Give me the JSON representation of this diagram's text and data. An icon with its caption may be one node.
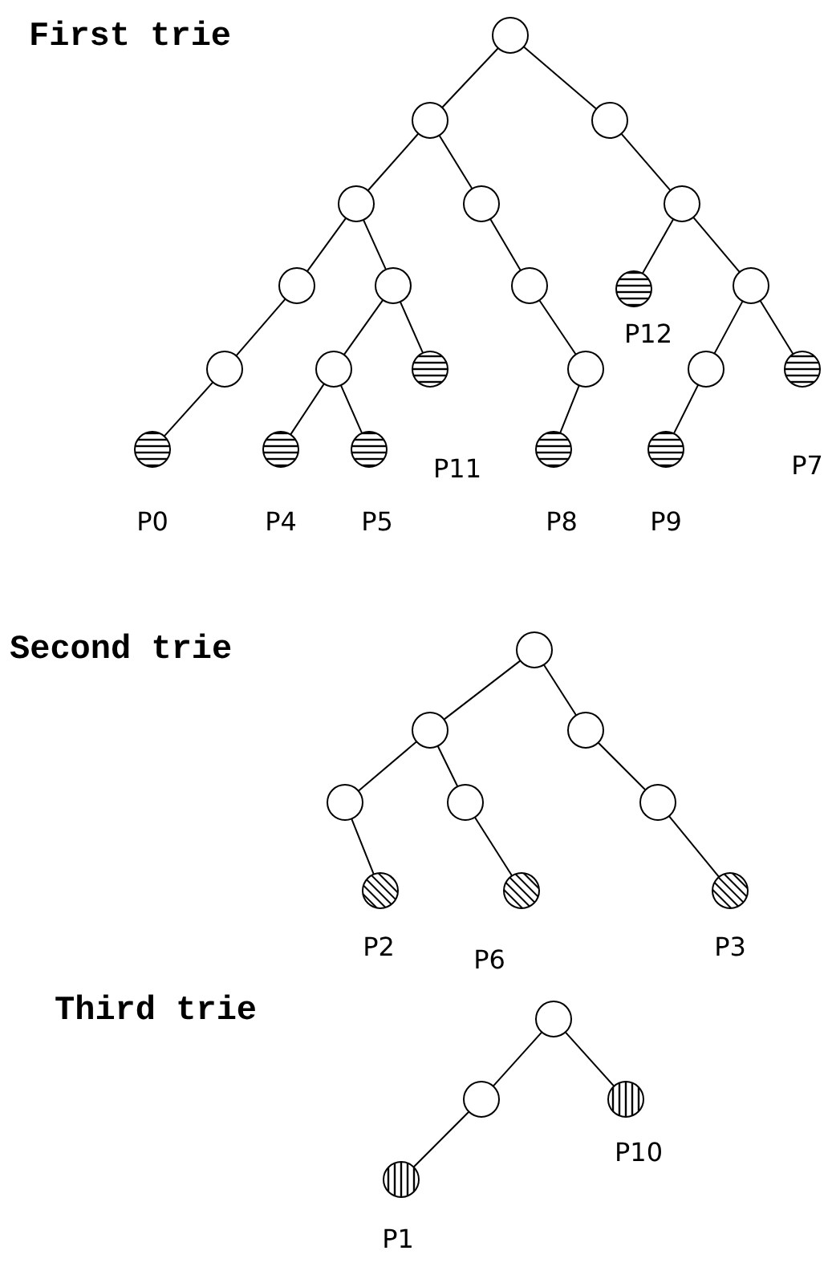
{
  "diagram": {
    "nodes": [
      {
        "text": [],
        "shape": "circle"
      },
      {
        "text": [],
        "shape": "circle"
      },
      {
        "text": [],
        "shape": "circle"
      },
      {
        "text": [],
        "shape": "circle"
      },
      {
        "text": [],
        "shape": "circle"
      },
      {
        "text": [],
        "shape": "circle"
      },
      {
        "text": [],
        "shape": "circle"
      },
      {
        "text": [],
        "shape": "circle"
      },
      {
        "text": [],
        "shape": "circle"
      },
      {
        "text": [],
        "shape": "circle",
        "beside": [
          "P12"
        ]
      },
      {
        "text": [],
        "shape": "circle"
      },
      {
        "text": [],
        "shape": "circle"
      },
      {
        "text": [],
        "shape": "circle"
      },
      {
        "text": [],
        "shape": "circle",
        "beside": [
          "P11"
        ]
      },
      {
        "text": [],
        "shape": "circle"
      },
      {
        "text": [],
        "shape": "circle"
      },
      {
        "text": [],
        "shape": "circle",
        "beside": [
          "P7"
        ]
      },
      {
        "text": [],
        "shape": "circle",
        "beside": [
          "P0"
        ]
      },
      {
        "text": [],
        "shape": "circle",
        "beside": [
          "P4"
        ]
      },
      {
        "text": [],
        "shape": "circle",
        "beside": [
          "P5"
        ]
      },
      {
        "text": [],
        "shape": "circle",
        "beside": [
          "P8"
        ]
      },
      {
        "text": [],
        "shape": "circle",
        "beside": [
          "P9"
        ]
      },
      {
        "text": [],
        "shape": "circle"
      },
      {
        "text": [],
        "shape": "circle"
      },
      {
        "text": [],
        "shape": "circle"
      },
      {
        "text": [],
        "shape": "circle"
      },
      {
        "text": [],
        "shape": "circle"
      },
      {
        "text": [],
        "shape": "circle"
      },
      {
        "text": [],
        "shape": "circle",
        "beside": [
          "P2"
        ]
      },
      {
        "text": [],
        "shape": "circle",
        "beside": [
          "P6"
        ]
      },
      {
        "text": [],
        "shape": "circle",
        "beside": [
          "P3"
        ]
      },
      {
        "text": [],
        "shape": "circle"
      },
      {
        "text": [],
        "shape": "circle"
      },
      {
        "text": [],
        "shape": "circle",
        "beside": [
          "P10"
        ]
      },
      {
        "text": [],
        "shape": "circle",
        "beside": [
          "P1"
        ]
      }
    ],
    "edges": [
      {
        "from": 0,
        "to": 1,
        "arrow": "none"
      },
      {
        "from": 0,
        "to": 2,
        "arrow": "none"
      },
      {
        "from": 1,
        "to": 3,
        "arrow": "none"
      },
      {
        "from": 1,
        "to": 4,
        "arrow": "none"
      },
      {
        "from": 2,
        "to": 5,
        "arrow": "none"
      },
      {
        "from": 3,
        "to": 6,
        "arrow": "none"
      },
      {
        "from": 3,
        "to": 7,
        "arrow": "none"
      },
      {
        "from": 4,
        "to": 8,
        "arrow": "none"
      },
      {
        "from": 5,
        "to": 9,
        "arrow": "none"
      },
      {
        "from": 5,
        "to": 10,
        "arrow": "none"
      },
      {
        "from": 6,
        "to": 11,
        "arrow": "none"
      },
      {
        "from": 7,
        "to": 12,
        "arrow": "none"
      },
      {
        "from": 7,
        "to": 13,
        "arrow": "none"
      },
      {
        "from": 8,
        "to": 14,
        "arrow": "none"
      },
      {
        "from": 10,
        "to": 15,
        "arrow": "none"
      },
      {
        "from": 10,
        "to": 16,
        "arrow": "none"
      },
      {
        "from": 11,
        "to": 17,
        "arrow": "none"
      },
      {
        "from": 12,
        "to": 18,
        "arrow": "none"
      },
      {
        "from": 12,
        "to": 19,
        "arrow": "none"
      },
      {
        "from": 14,
        "to": 20,
        "arrow": "none"
      },
      {
        "from": 15,
        "to": 21,
        "arrow": "none"
      },
      {
        "from": 22,
        "to": 23,
        "arrow": "none"
      },
      {
        "from": 22,
        "to": 24,
        "arrow": "none"
      },
      {
        "from": 23,
        "to": 25,
        "arrow": "none"
      },
      {
        "from": 23,
        "to": 26,
        "arrow": "none"
      },
      {
        "from": 24,
        "to": 27,
        "arrow": "none"
      },
      {
        "from": 25,
        "to": 28,
        "arrow": "none"
      },
      {
        "from": 26,
        "to": 29,
        "arrow": "none"
      },
      {
        "from": 27,
        "to": 30,
        "arrow": "none"
      },
      {
        "from": 31,
        "to": 32,
        "arrow": "none"
      },
      {
        "from": 31,
        "to": 33,
        "arrow": "none"
      },
      {
        "from": 32,
        "to": 34,
        "arrow": "none"
      }
    ],
    "labels": [
      "First trie",
      "Second trie",
      "Third trie"
    ]
  }
}
